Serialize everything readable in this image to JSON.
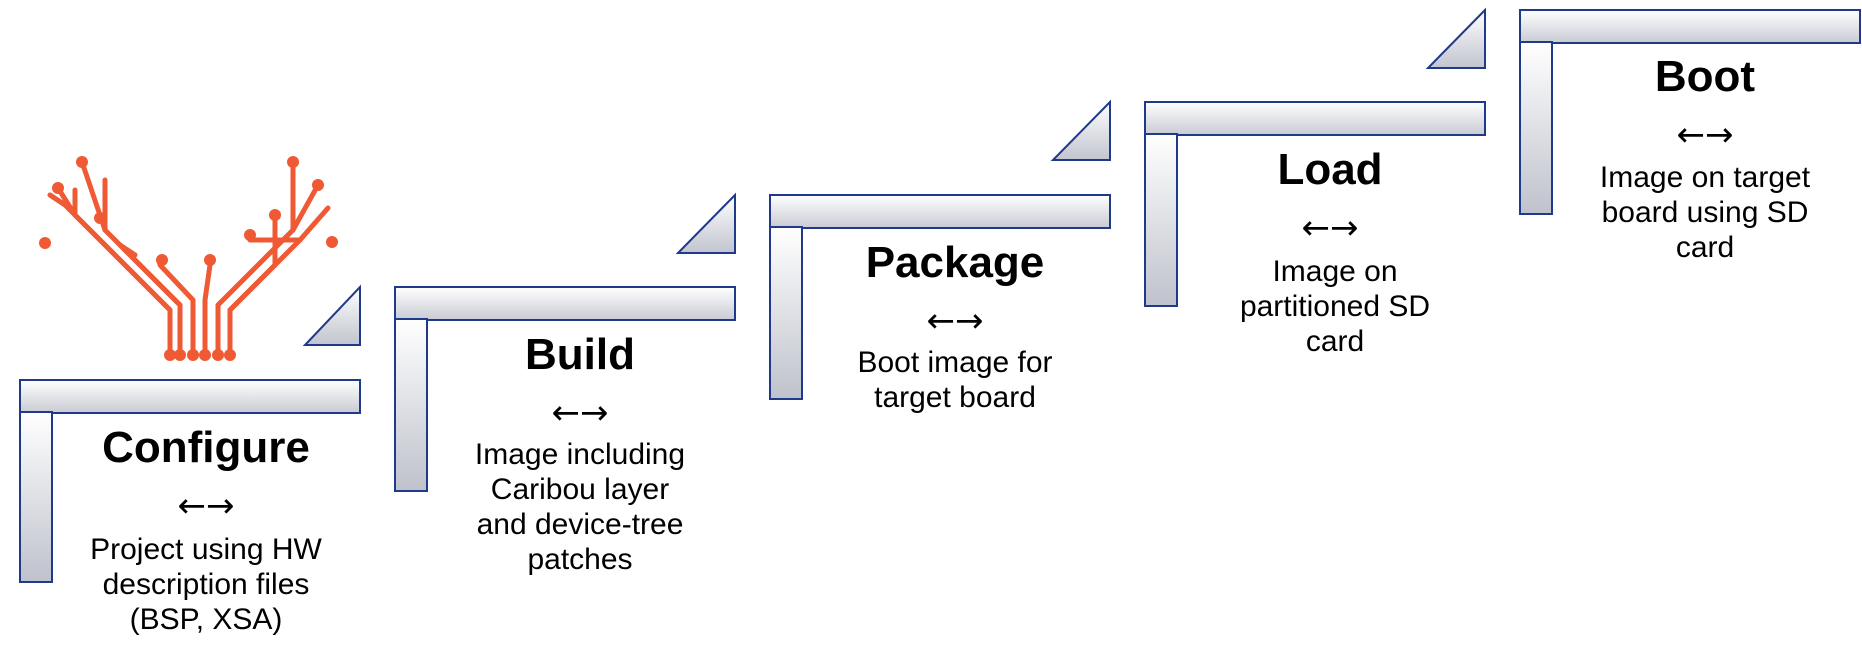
{
  "steps": [
    {
      "title": "Configure",
      "arrow": "←→",
      "lines": [
        "Project using HW",
        "description files",
        "(BSP, XSA)"
      ]
    },
    {
      "title": "Build",
      "arrow": "←→",
      "lines": [
        "Image including",
        "Caribou layer",
        "and device-tree",
        "patches"
      ]
    },
    {
      "title": "Package",
      "arrow": "←→",
      "lines": [
        "Boot image for",
        "target board"
      ]
    },
    {
      "title": "Load",
      "arrow": "←→",
      "lines": [
        "Image on",
        "partitioned SD",
        "card"
      ]
    },
    {
      "title": "Boot",
      "arrow": "←→",
      "lines": [
        "Image on target",
        "board using SD",
        "card"
      ]
    }
  ],
  "colors": {
    "stair_outline": "#1f3a8a",
    "logo": "#ef5a35"
  },
  "icons": {
    "logo": "branching-circuit-logo-icon"
  }
}
